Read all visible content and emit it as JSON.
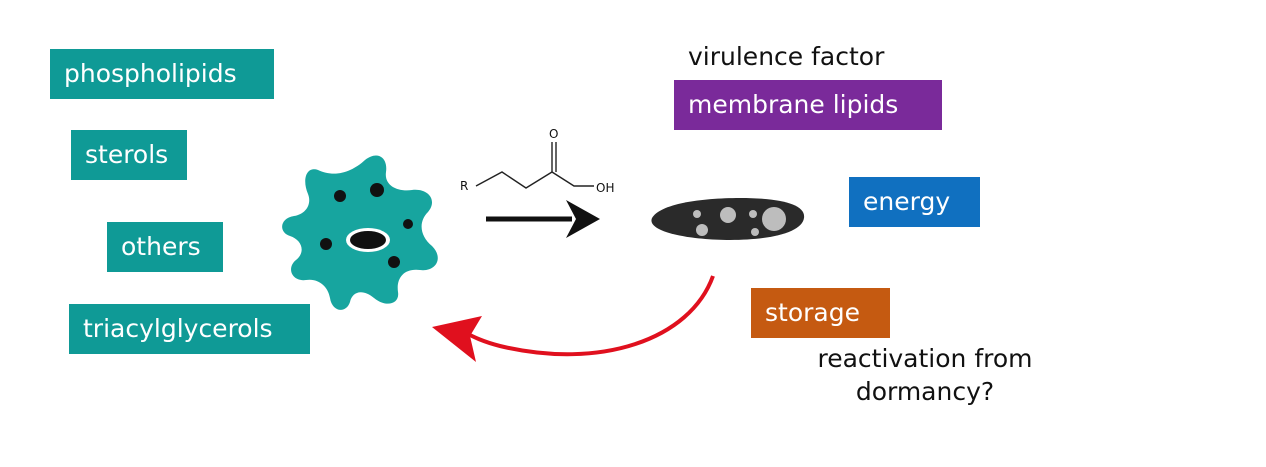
{
  "labels": {
    "phospholipids": "phospholipids",
    "sterols": "sterols",
    "others": "others",
    "triacylglycerols": "triacylglycerols",
    "virulence_factor": "virulence factor",
    "membrane_lipids": "membrane lipids",
    "energy": "energy",
    "storage": "storage",
    "reactivation": "reactivation from dormancy?"
  },
  "chemical": {
    "r_group": "R",
    "oxygen": "O",
    "hydroxyl": "OH"
  },
  "colors": {
    "teal": "#0f9a96",
    "purple": "#7a2a9a",
    "blue": "#1070c0",
    "orange": "#c55a11",
    "red_arrow": "#e0101e",
    "black_arrow": "#111111"
  },
  "icons": {
    "amoeba": "amoeba-cell-icon",
    "bacterium": "bacterium-with-lipid-droplets-icon",
    "fatty_acid": "fatty-acid-structure-icon"
  }
}
